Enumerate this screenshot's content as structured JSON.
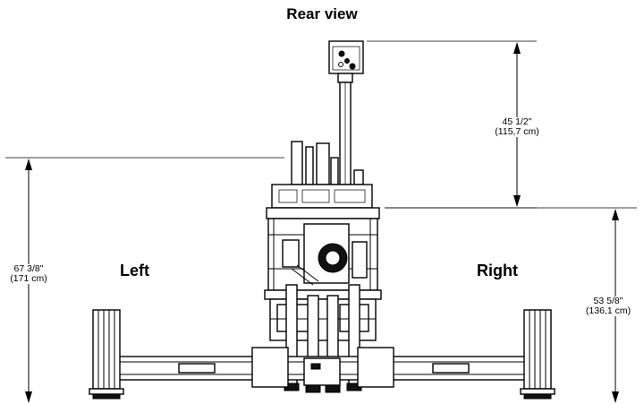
{
  "title": "Rear view",
  "labels": {
    "left": "Left",
    "right": "Right"
  },
  "dimensions": {
    "top": {
      "imperial": "45 1/2\"",
      "metric": "(115,7 cm)"
    },
    "left": {
      "imperial": "67 3/8\"",
      "metric": "(171 cm)"
    },
    "right": {
      "imperial": "53 5/8\"",
      "metric": "(136,1 cm)"
    }
  }
}
